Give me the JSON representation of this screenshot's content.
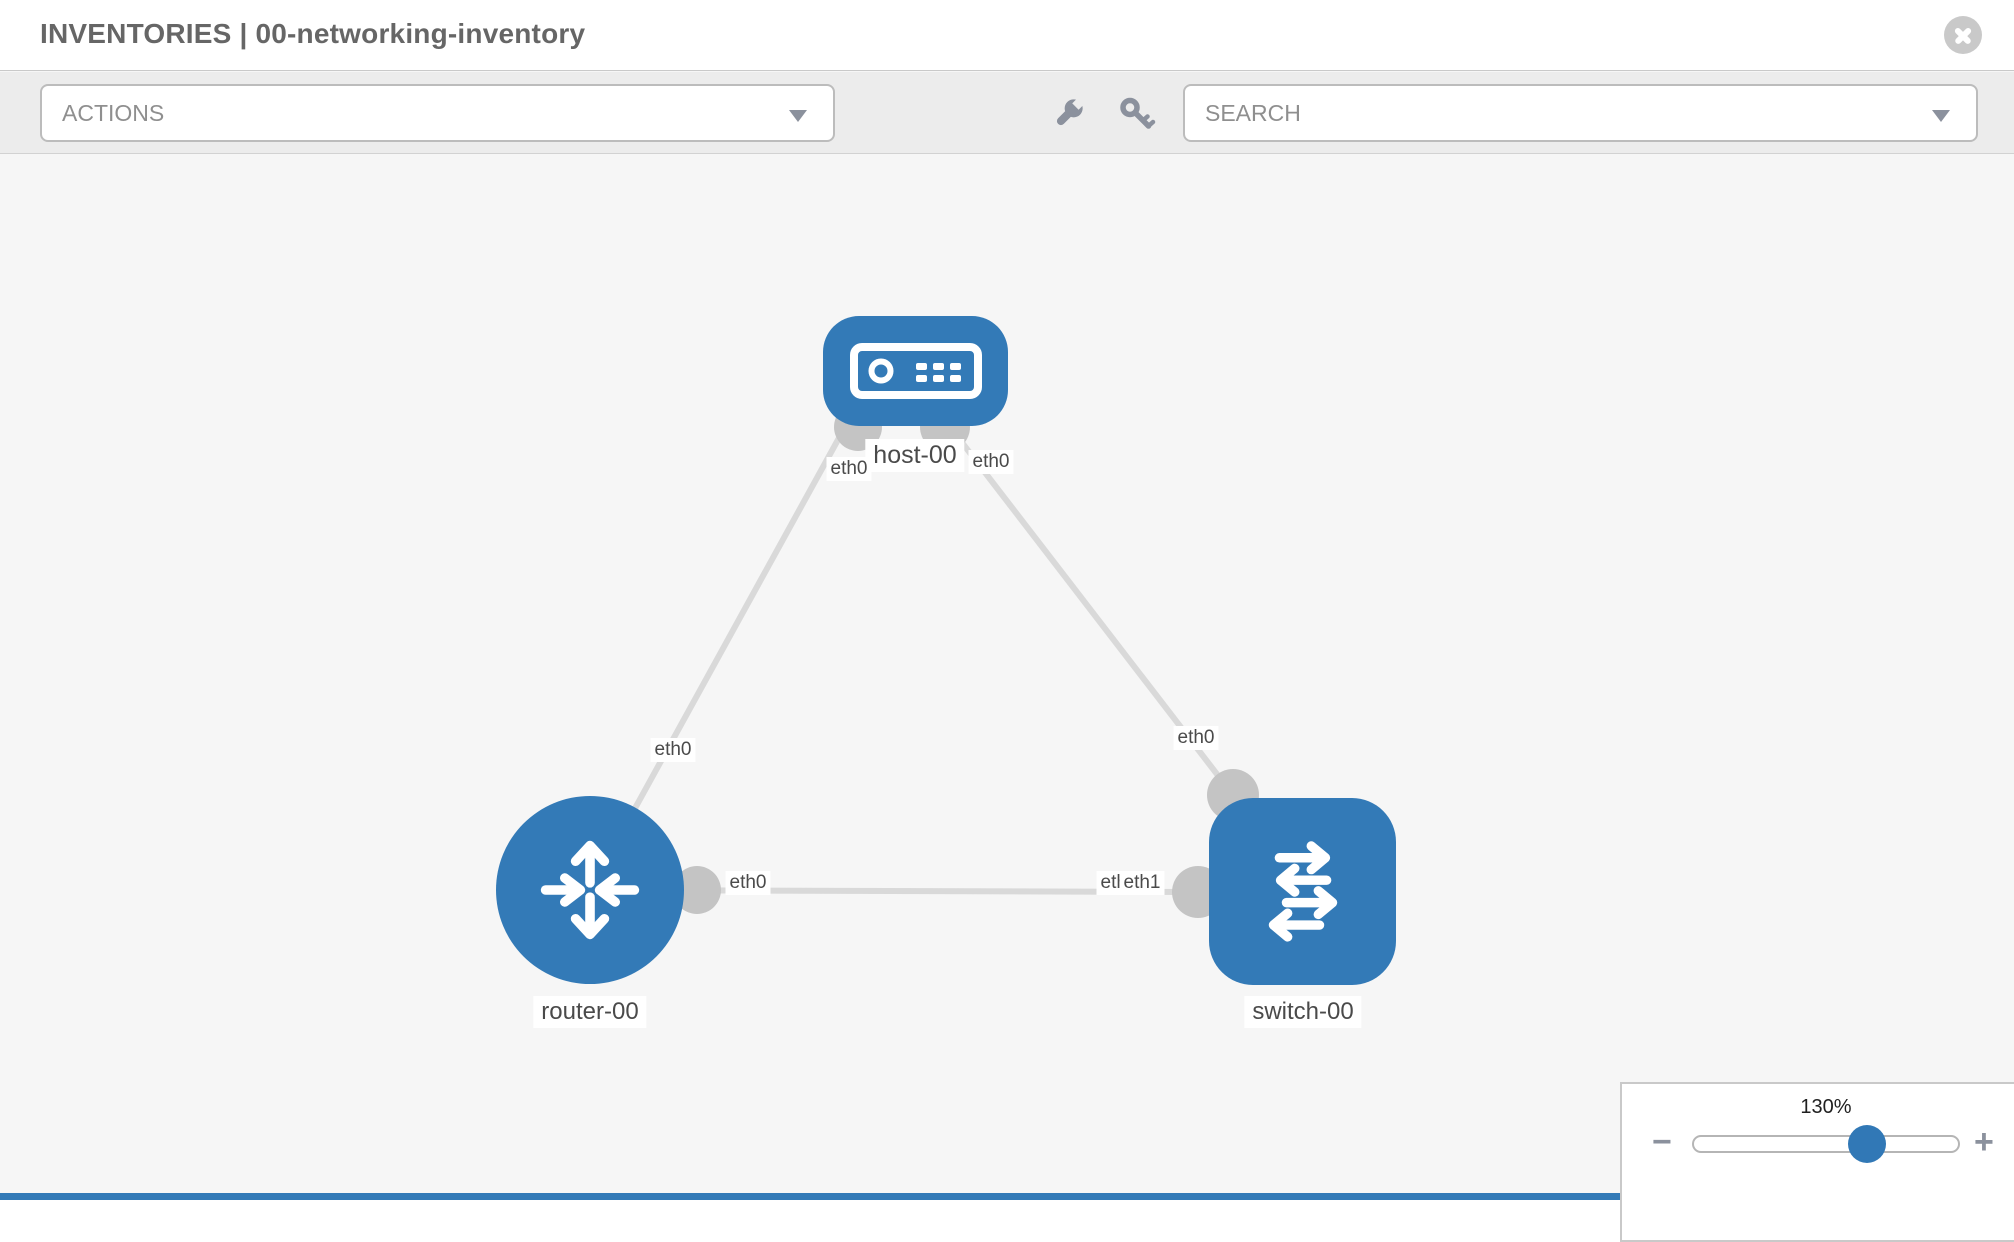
{
  "window": {
    "title": "INVENTORIES | 00-networking-inventory"
  },
  "toolbar": {
    "actions_placeholder": "ACTIONS",
    "search_placeholder": "SEARCH",
    "tools": [
      {
        "icon": "wrench-icon"
      },
      {
        "icon": "key-icon"
      }
    ]
  },
  "canvas": {
    "nodes": [
      {
        "id": "host-00",
        "label": "host-00",
        "type": "host",
        "icon": "server-icon"
      },
      {
        "id": "router-00",
        "label": "router-00",
        "type": "router",
        "icon": "router-arrows-icon"
      },
      {
        "id": "switch-00",
        "label": "switch-00",
        "type": "switch",
        "icon": "switch-arrows-icon"
      }
    ],
    "links": [
      {
        "from": "router-00",
        "to": "host-00",
        "from_interface": "eth0",
        "to_interface": "eth0"
      },
      {
        "from": "host-00",
        "to": "switch-00",
        "from_interface": "eth0",
        "to_interface": "eth0"
      },
      {
        "from": "router-00",
        "to": "switch-00",
        "from_interface": "eth0",
        "to_interface": "eth1"
      }
    ],
    "port_labels": [
      {
        "text": "eth0"
      },
      {
        "text": "eth0"
      },
      {
        "text": "eth0"
      },
      {
        "text": "eth0"
      },
      {
        "text": "eth0"
      },
      {
        "text": "eth0"
      },
      {
        "text": "eth1"
      }
    ]
  },
  "zoom_control": {
    "level_label": "130%",
    "minus_label": "−",
    "plus_label": "+",
    "slider_percent": 65
  },
  "colors": {
    "node_blue": "#337ab7",
    "link_gray": "#d9d9d9",
    "endpoint_gray": "#c4c4c4",
    "icon_gray": "#8b919d",
    "toolbar_bg": "#ececec",
    "canvas_bg": "#f6f6f6"
  }
}
